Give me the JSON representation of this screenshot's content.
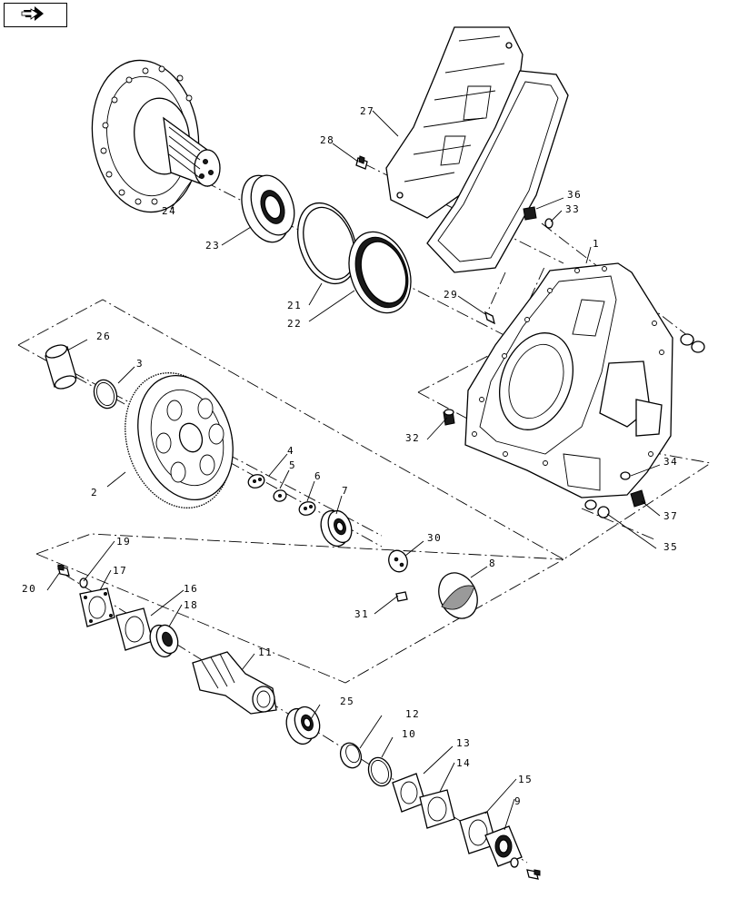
{
  "toolbar": {
    "icon": "next-page-arrow-icon"
  },
  "callouts": {
    "c1": "1",
    "c2": "2",
    "c3": "3",
    "c4": "4",
    "c5": "5",
    "c6": "6",
    "c7": "7",
    "c8": "8",
    "c9": "9",
    "c10": "10",
    "c11": "11",
    "c12": "12",
    "c13": "13",
    "c14": "14",
    "c15": "15",
    "c16": "16",
    "c17": "17",
    "c18": "18",
    "c19": "19",
    "c20": "20",
    "c21": "21",
    "c22": "22",
    "c23": "23",
    "c24": "24",
    "c25": "25",
    "c26": "26",
    "c27": "27",
    "c28": "28",
    "c29": "29",
    "c30": "30",
    "c31": "31",
    "c32": "32",
    "c33": "33",
    "c34": "34",
    "c35": "35",
    "c36": "36",
    "c37": "37"
  }
}
